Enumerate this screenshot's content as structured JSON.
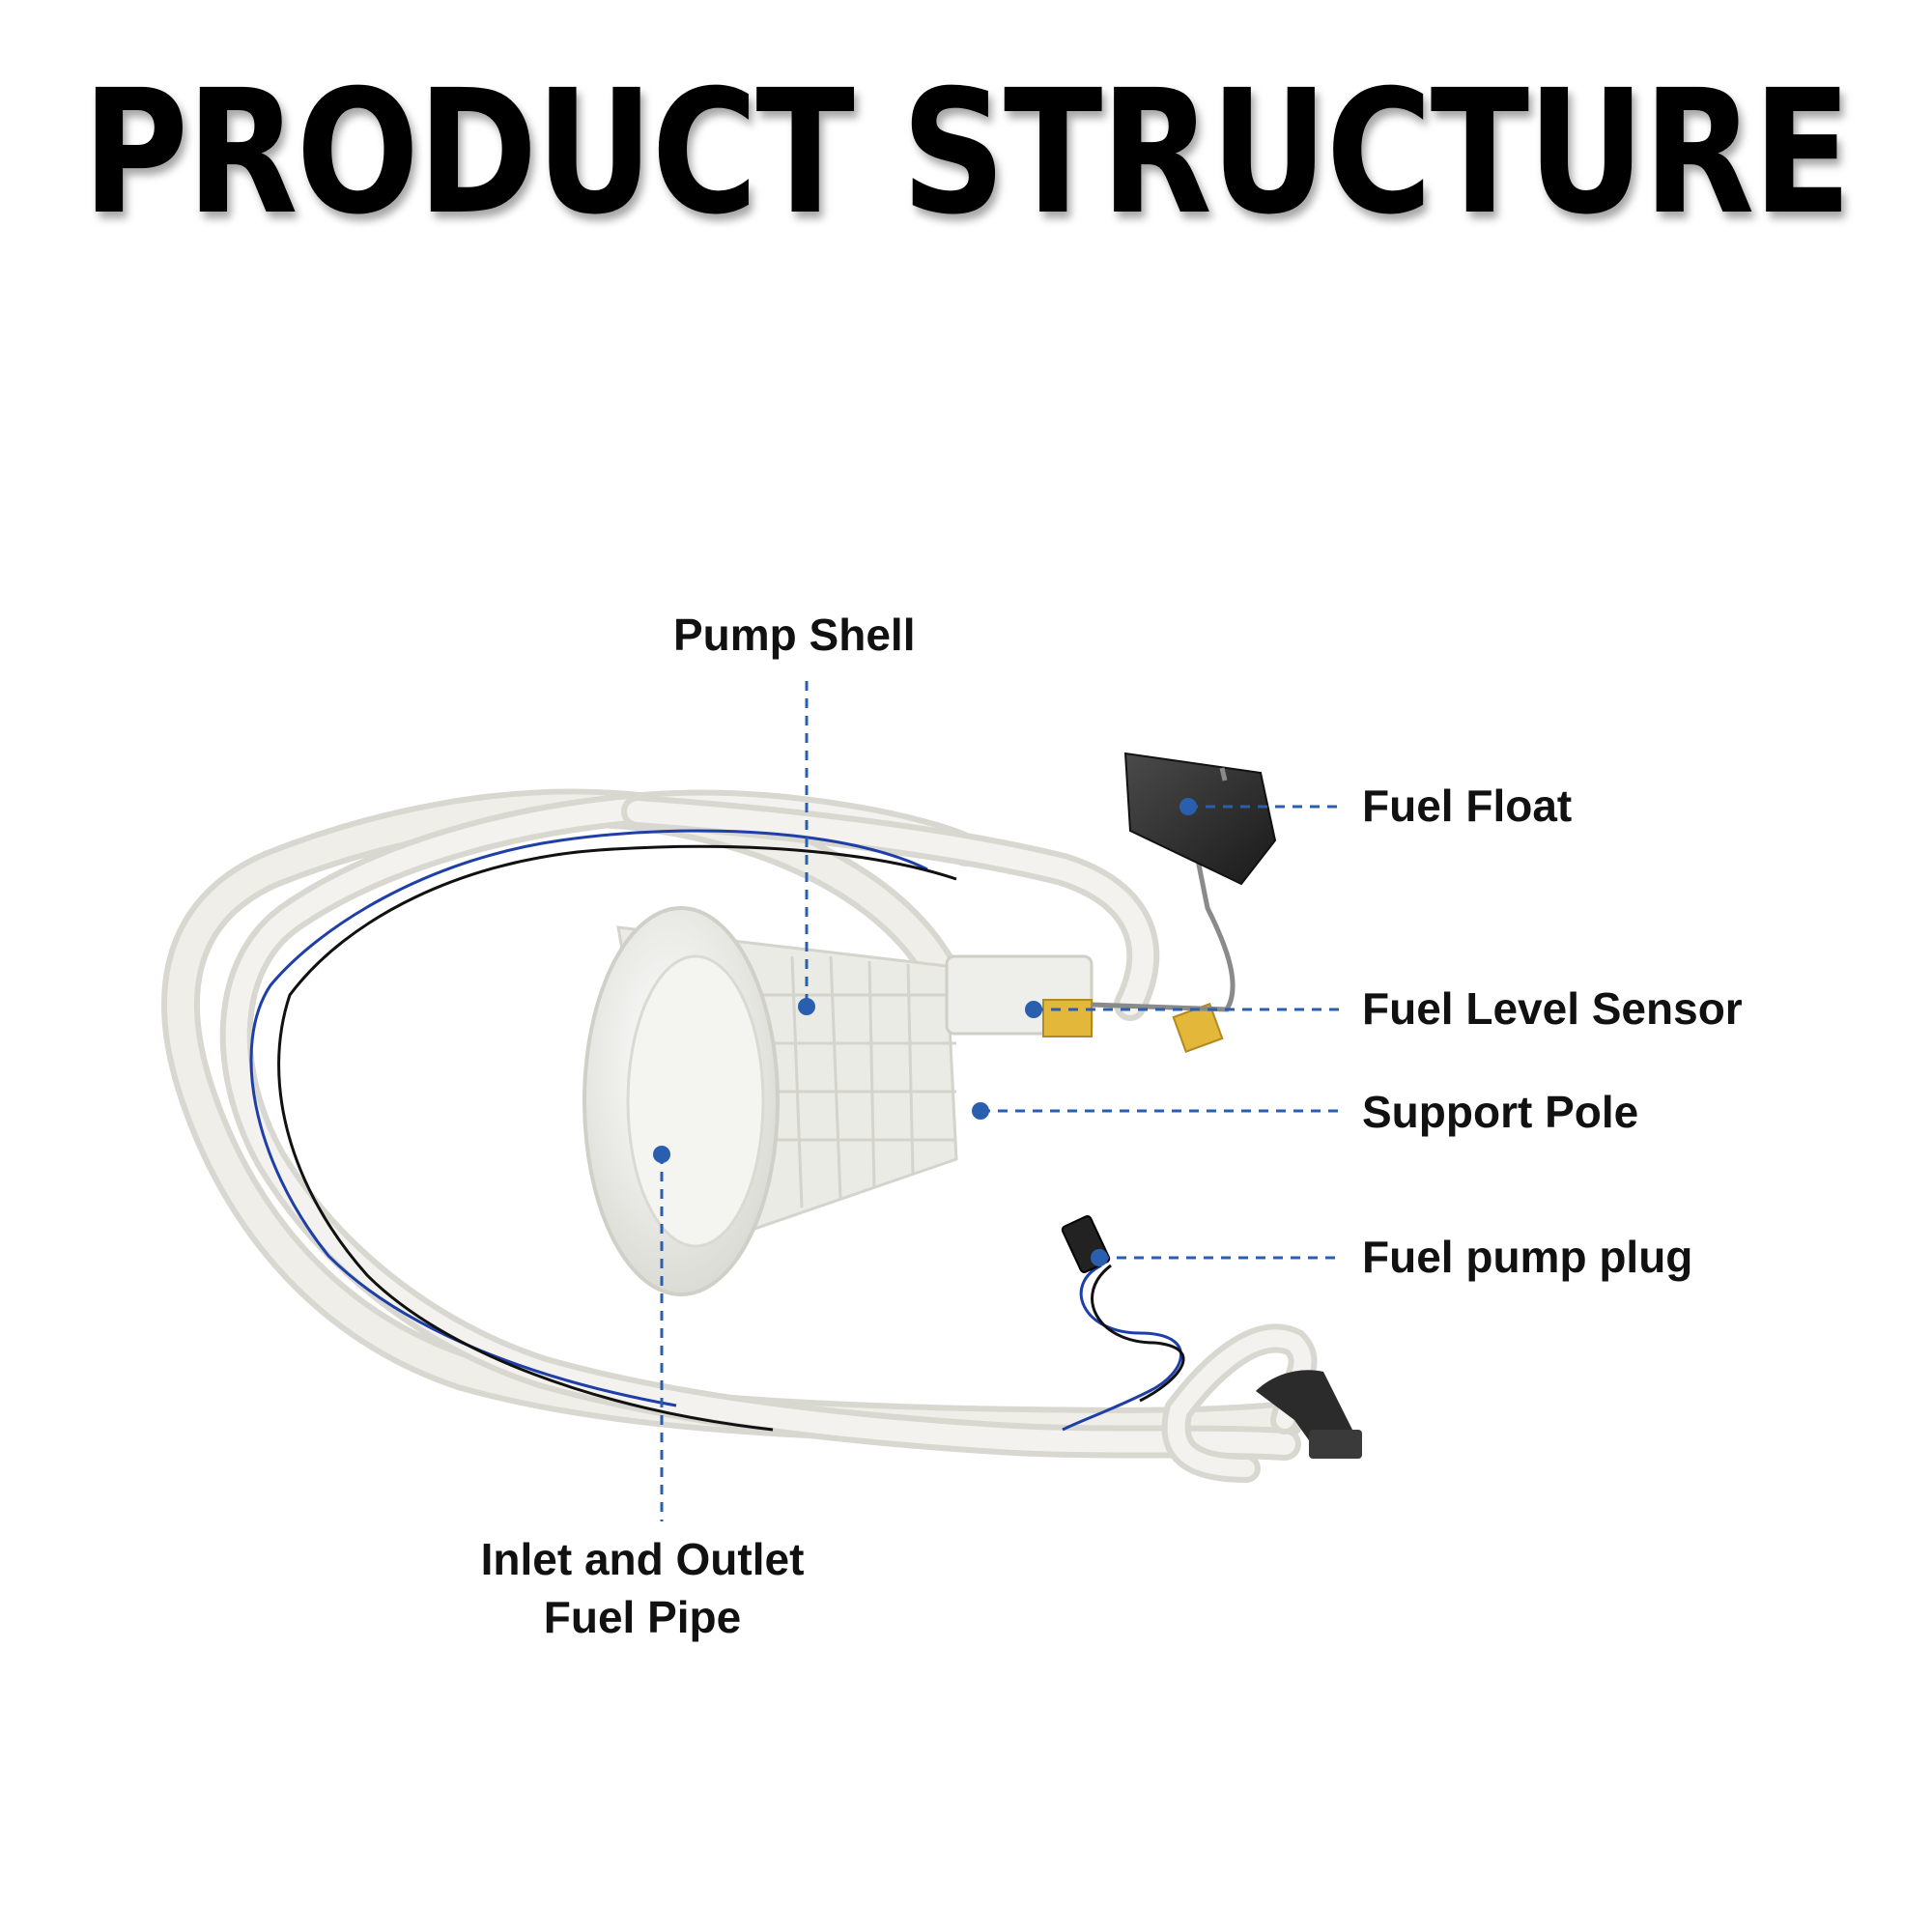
{
  "title": "PRODUCT STRUCTURE",
  "labels": {
    "pump_shell": "Pump Shell",
    "fuel_float": "Fuel Float",
    "fuel_level_sensor": "Fuel Level Sensor",
    "support_pole": "Support Pole",
    "fuel_pump_plug": "Fuel pump plug",
    "inlet_outlet_line1": "Inlet and Outlet",
    "inlet_outlet_line2": "Fuel Pipe"
  },
  "colors": {
    "leader": "#2a5fb0",
    "hose": "#ecebe6",
    "wire_blue": "#1f3fa8",
    "wire_black": "#111111",
    "float": "#2b2b2b",
    "connector": "#e3b73a"
  }
}
